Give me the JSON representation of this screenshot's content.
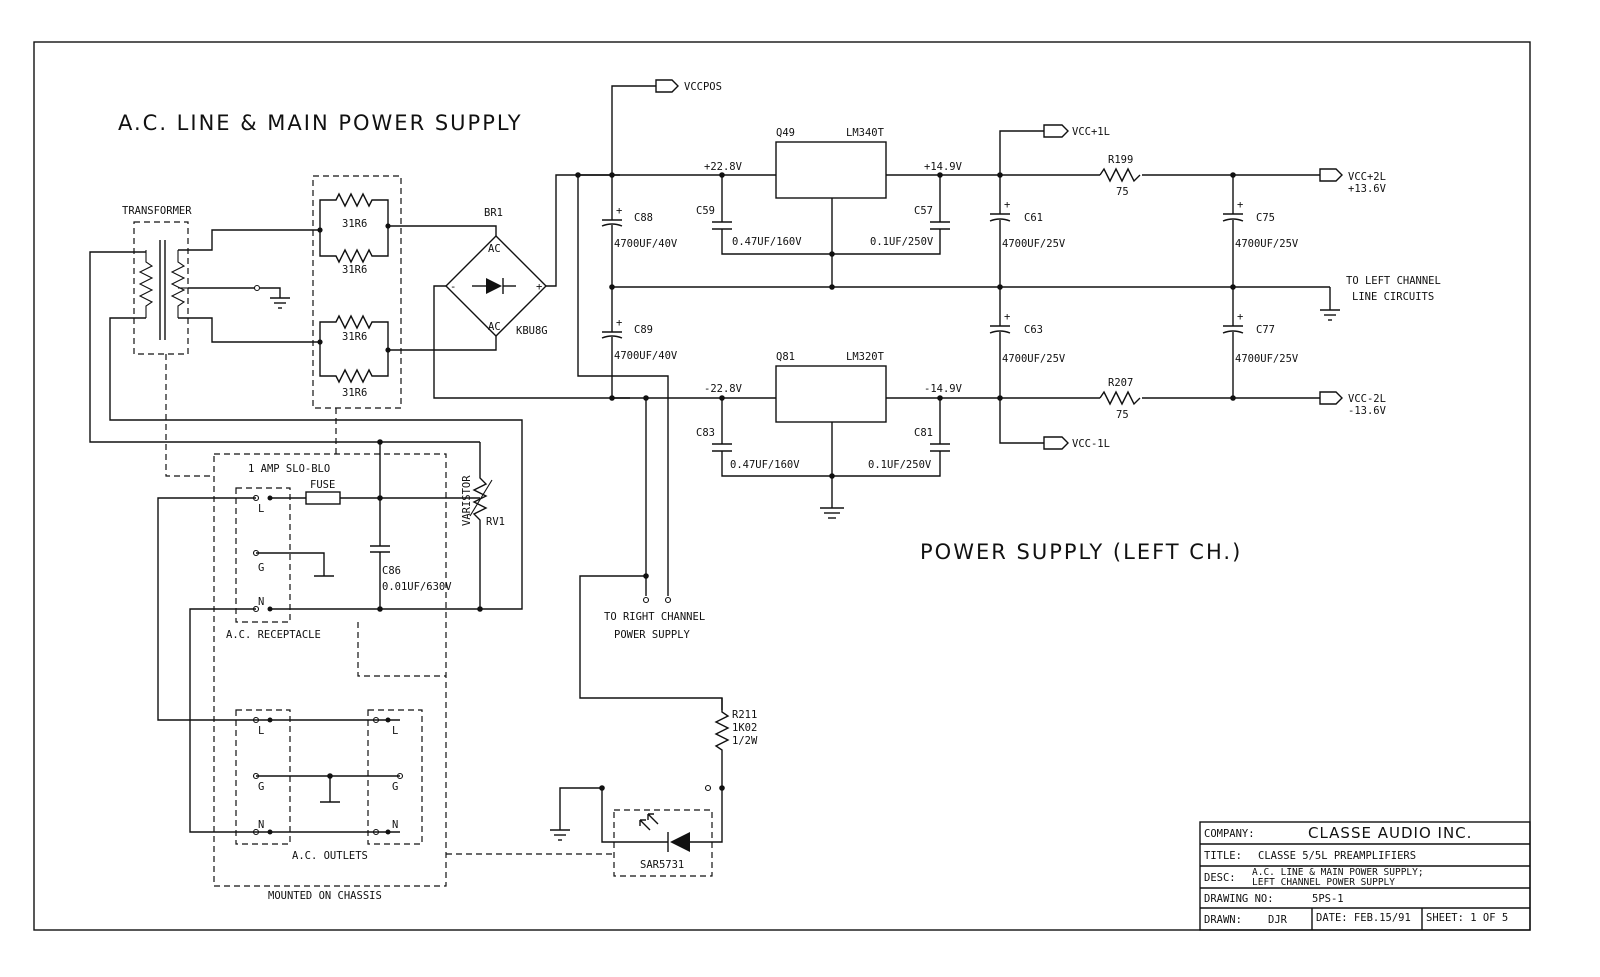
{
  "headings": {
    "main": "A.C. LINE & MAIN POWER SUPPLY",
    "left_ch": "POWER SUPPLY (LEFT CH.)"
  },
  "labels": {
    "transformer": "TRANSFORMER",
    "r1": "31R6",
    "r2": "31R6",
    "r3": "31R6",
    "r4": "31R6",
    "br1": "BR1",
    "ac_top": "AC",
    "ac_bot": "AC",
    "kbu": "KBU8G",
    "minus": "-",
    "plus": "+",
    "vccpos": "VCCPOS",
    "v_pos_in": "+22.8V",
    "v_pos_out": "+14.9V",
    "v_neg_in": "-22.8V",
    "v_neg_out": "-14.9V",
    "q49": "Q49",
    "lm340": "LM340T",
    "q81": "Q81",
    "lm320": "LM320T",
    "c88": "C88",
    "c88v": "4700UF/40V",
    "c89": "C89",
    "c89v": "4700UF/40V",
    "c59": "C59",
    "c59v": "0.47UF/160V",
    "c57": "C57",
    "c57v": "0.1UF/250V",
    "c83": "C83",
    "c83v": "0.47UF/160V",
    "c81": "C81",
    "c81v": "0.1UF/250V",
    "c61": "C61",
    "c61v": "4700UF/25V",
    "c63": "C63",
    "c63v": "4700UF/25V",
    "c75": "C75",
    "c75v": "4700UF/25V",
    "c77": "C77",
    "c77v": "4700UF/25V",
    "vcc1l": "VCC+1L",
    "vccm1l": "VCC-1L",
    "r199": "R199",
    "r199v": "75",
    "r207": "R207",
    "r207v": "75",
    "vcc2l": "VCC+2L",
    "vcc2l_v": "+13.6V",
    "vccm2l": "VCC-2L",
    "vccm2l_v": "-13.6V",
    "to_left_1": "TO LEFT CHANNEL",
    "to_left_2": "LINE CIRCUITS",
    "fuse_title": "1 AMP SLO-BLO",
    "fuse": "FUSE",
    "varistor": "VARISTOR",
    "rv1": "RV1",
    "c86": "C86",
    "c86v": "0.01UF/630V",
    "pin_l1": "L",
    "pin_g1": "G",
    "pin_n1": "N",
    "receptacle": "A.C. RECEPTACLE",
    "to_right_1": "TO RIGHT CHANNEL",
    "to_right_2": "POWER SUPPLY",
    "r211": "R211",
    "r211v": "1K02",
    "r211w": "1/2W",
    "sar": "SAR5731",
    "o_l1": "L",
    "o_g1": "G",
    "o_n1": "N",
    "o_l2": "L",
    "o_g2": "G",
    "o_n2": "N",
    "outlets": "A.C. OUTLETS",
    "chassis": "MOUNTED ON CHASSIS"
  },
  "title_block": {
    "company_label": "COMPANY:",
    "company": "CLASSE AUDIO INC.",
    "title_label": "TITLE:",
    "title": "CLASSE 5/5L PREAMPLIFIERS",
    "desc_label": "DESC:",
    "desc_1": "A.C. LINE & MAIN POWER SUPPLY;",
    "desc_2": "LEFT CHANNEL POWER SUPPLY",
    "drawing_label": "DRAWING NO:",
    "drawing": "5PS-1",
    "drawn_label": "DRAWN:",
    "drawn": "DJR",
    "date": "DATE: FEB.15/91",
    "sheet": "SHEET:  1  OF  5"
  }
}
